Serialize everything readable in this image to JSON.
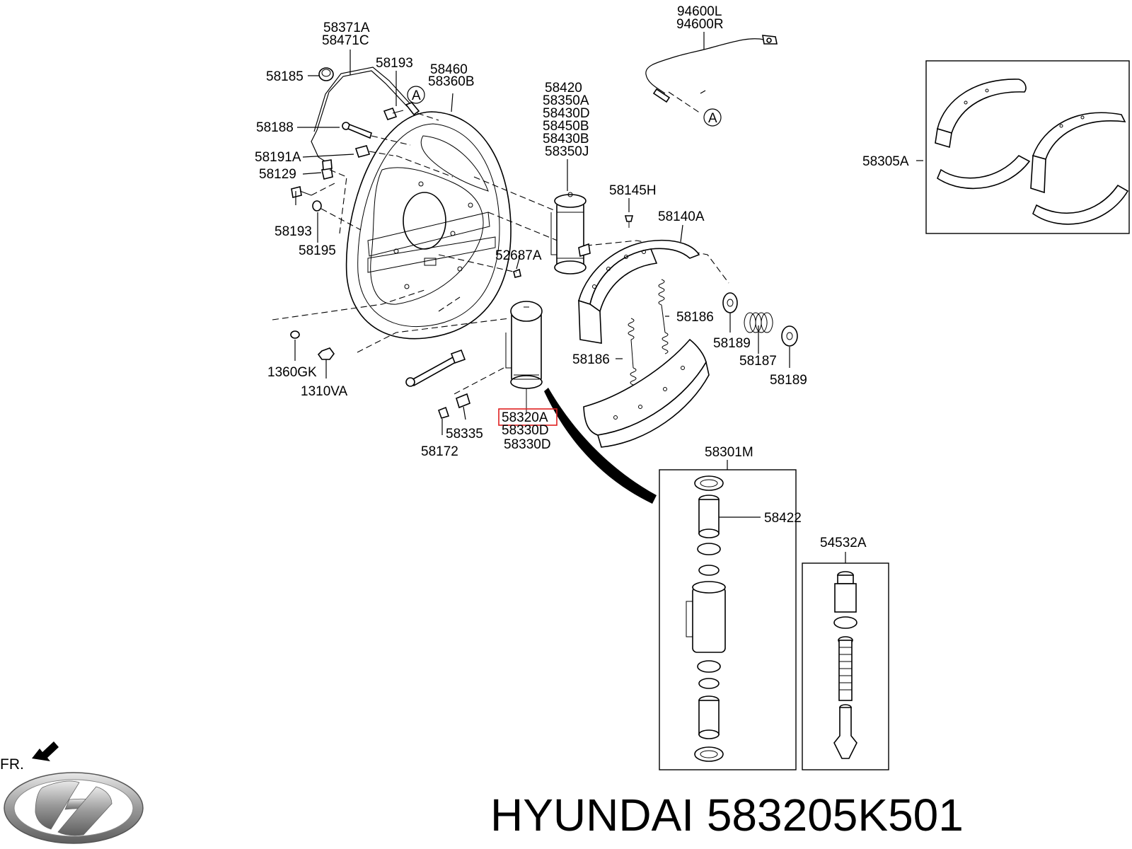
{
  "diagram": {
    "labels": {
      "l_58371A": "58371A",
      "l_58471C": "58471C",
      "l_58185": "58185",
      "l_58193a": "58193",
      "l_58460": "58460",
      "l_58360B": "58360B",
      "l_94600L": "94600L",
      "l_94600R": "94600R",
      "l_A1": "A",
      "l_A2": "A",
      "l_58188": "58188",
      "l_58420": "58420",
      "l_58350A": "58350A",
      "l_58430D": "58430D",
      "l_58450B": "58450B",
      "l_58430B": "58430B",
      "l_58350J": "58350J",
      "l_58191A": "58191A",
      "l_58129": "58129",
      "l_58305A": "58305A",
      "l_58145H": "58145H",
      "l_58140A": "58140A",
      "l_58193b": "58193",
      "l_58195": "58195",
      "l_52687A": "52687A",
      "l_58186a": "58186",
      "l_58189a": "58189",
      "l_58187": "58187",
      "l_58189b": "58189",
      "l_58186b": "58186",
      "l_1360GK": "1360GK",
      "l_1310VA": "1310VA",
      "l_58320A": "58320A",
      "l_58330Da": "58330D",
      "l_58330Db": "58330D",
      "l_58335": "58335",
      "l_58172": "58172",
      "l_58301M": "58301M",
      "l_58422": "58422",
      "l_54532A": "54532A",
      "l_FR": "FR."
    },
    "footer_text": "HYUNDAI 583205K501",
    "highlighted_part": "58320A",
    "highlight_color": "#e02020"
  }
}
